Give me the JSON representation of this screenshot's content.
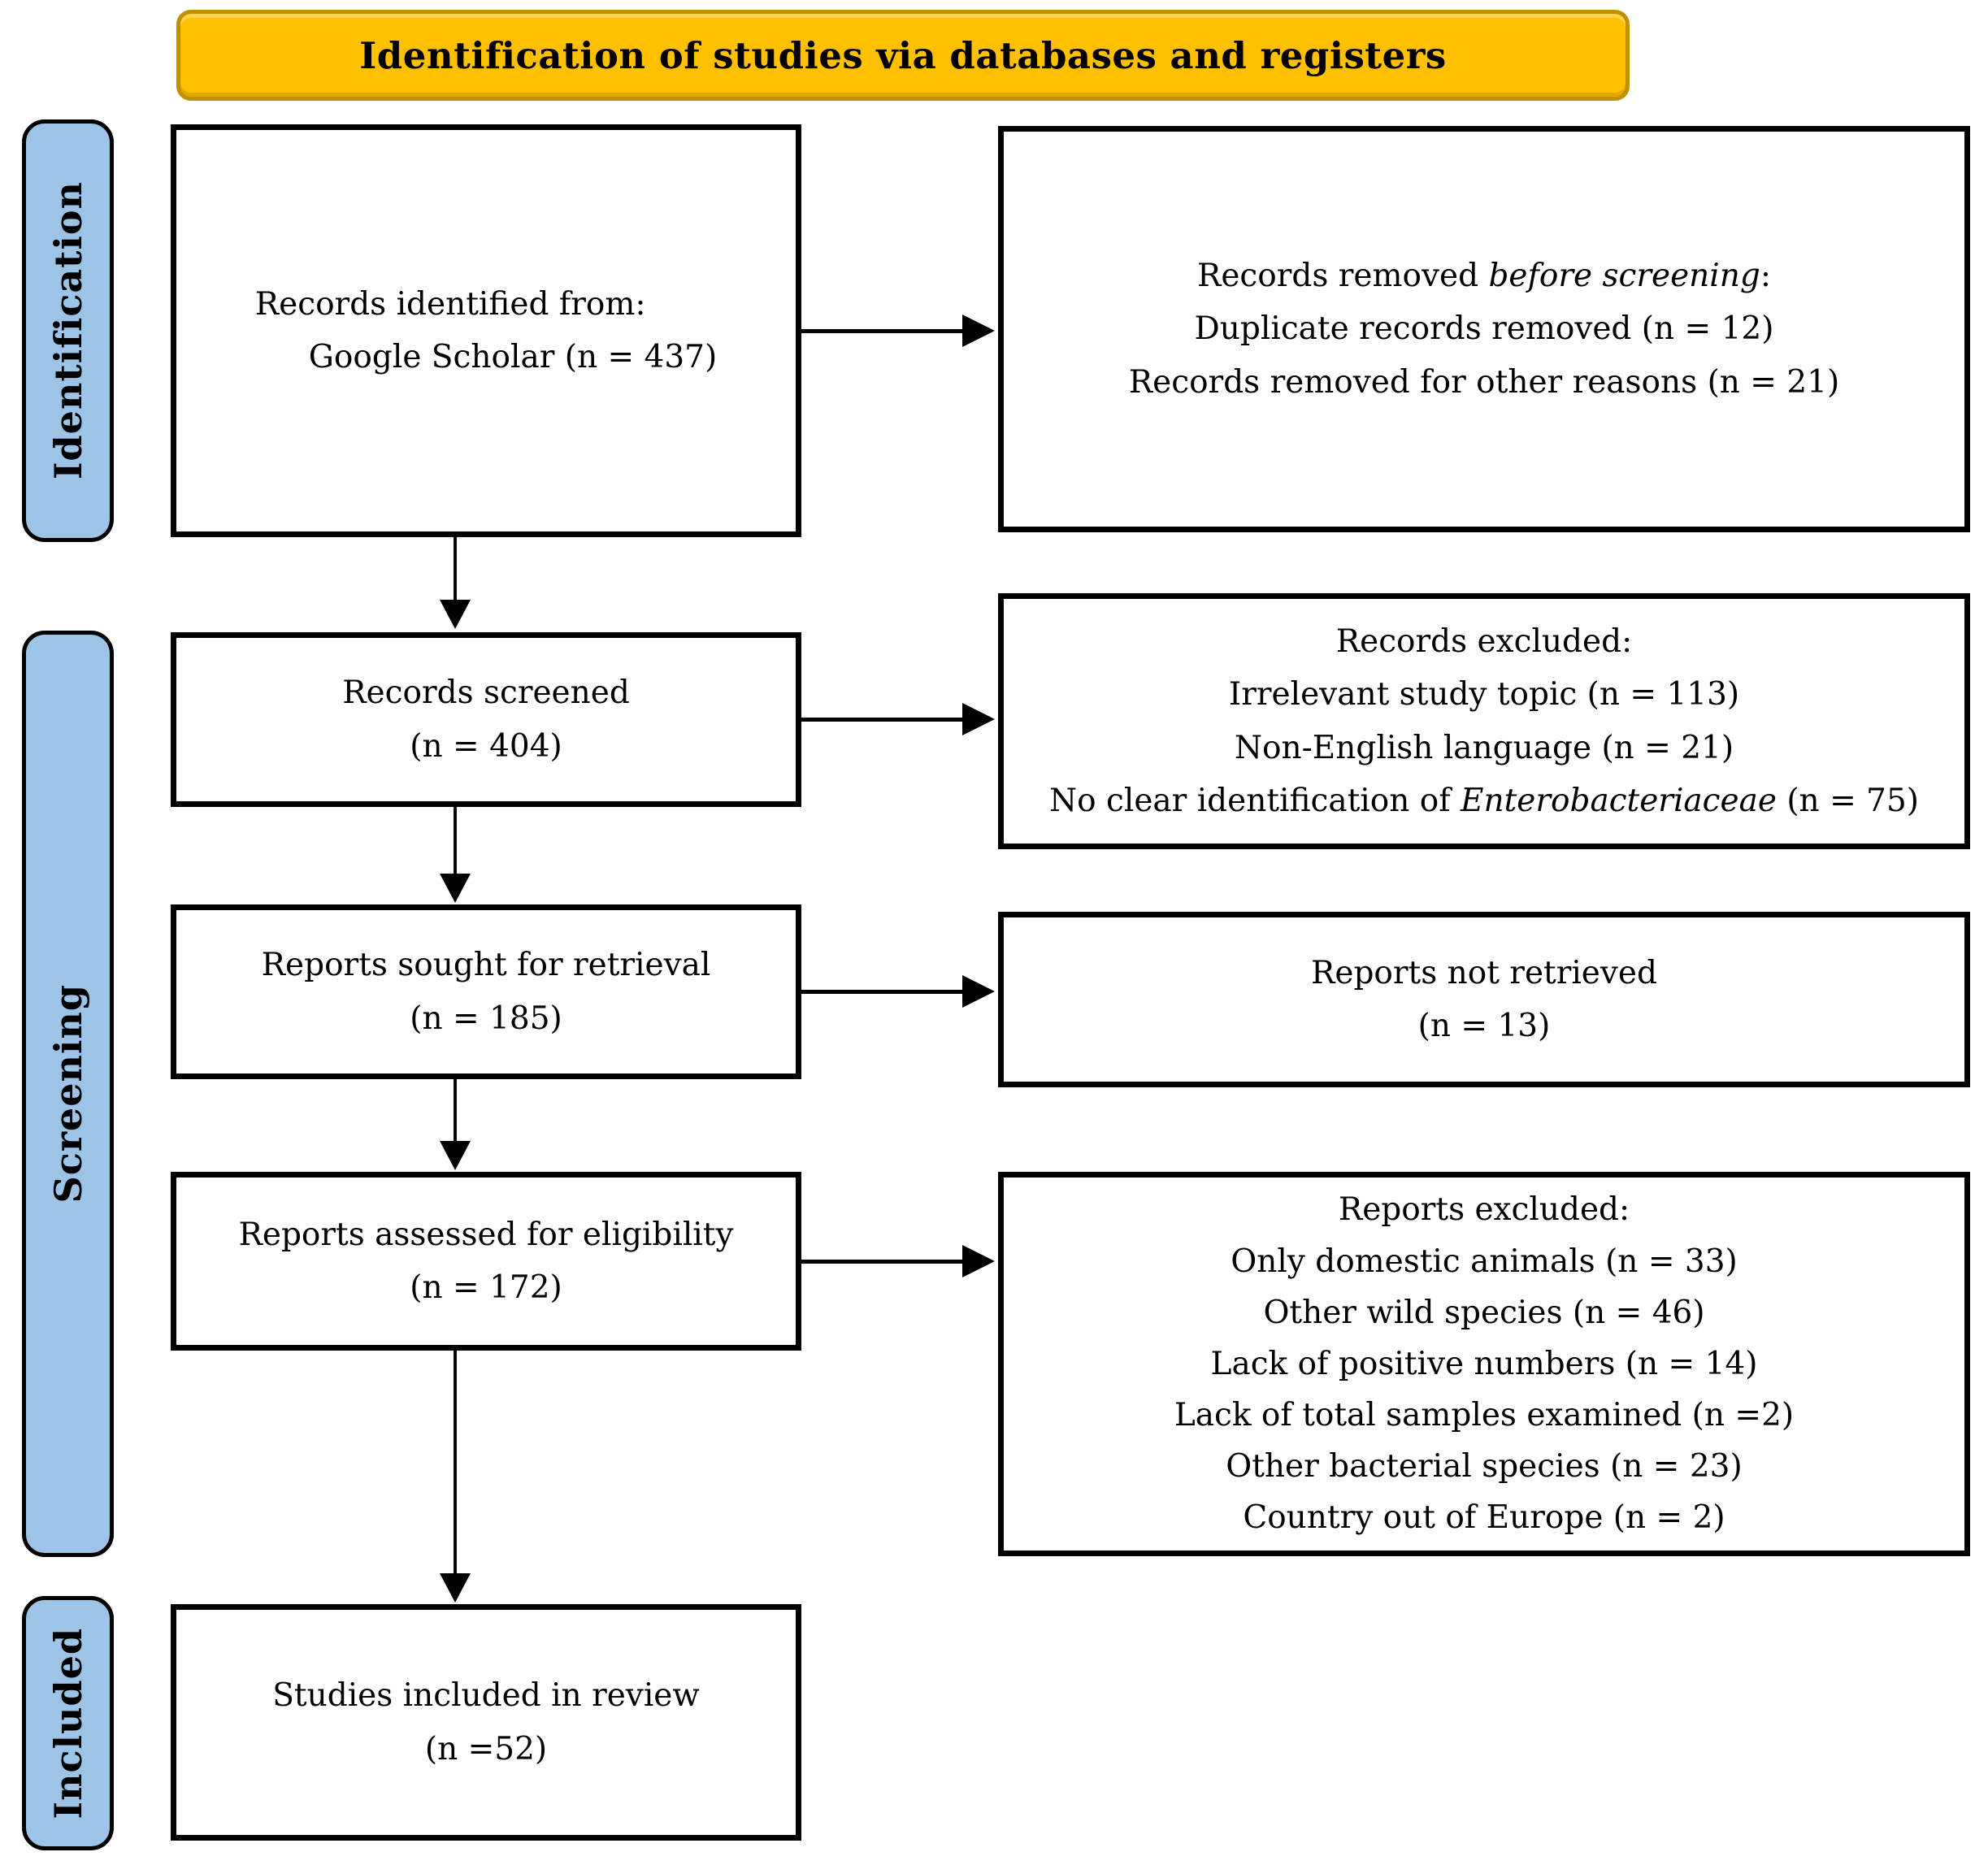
{
  "banner": {
    "label": "Identification of studies via databases and registers"
  },
  "colors": {
    "banner_bg": "#FFC000",
    "banner_border": "#BF9000",
    "sidebar_bg": "#9DC3E6",
    "box_border": "#000000",
    "box_bg": "#FFFFFF"
  },
  "sidebar": {
    "identification": "Identification",
    "screening": "Screening",
    "included": "Included"
  },
  "boxes": {
    "identified": {
      "line1": "Records identified from:",
      "line2": "Google Scholar (n = 437)"
    },
    "removed_before": {
      "l1a": "Records removed ",
      "l1b": "before screening",
      "l1c": ":",
      "line2": "Duplicate records removed  (n = 12)",
      "line3": "Records removed for other reasons (n = 21)"
    },
    "screened": {
      "line1": "Records screened",
      "line2": "(n = 404)"
    },
    "records_excluded": {
      "line1": "Records excluded:",
      "line2": "Irrelevant study topic (n = 113)",
      "line3": "Non-English language (n = 21)",
      "l4a": "No clear identification of ",
      "l4b": "Enterobacteriaceae",
      "l4c": " (n = 75)"
    },
    "sought": {
      "line1": "Reports sought for retrieval",
      "line2": "(n = 185)"
    },
    "not_retrieved": {
      "line1": "Reports not retrieved",
      "line2": "(n = 13)"
    },
    "assessed": {
      "line1": "Reports assessed for eligibility",
      "line2": "(n = 172)"
    },
    "reports_excluded": {
      "title": "Reports excluded:",
      "lines": [
        "Only domestic animals (n = 33)",
        "Other wild species (n = 46)",
        "Lack of positive numbers (n = 14)",
        "Lack of total samples examined (n =2)",
        "Other bacterial species (n = 23)",
        "Country out of Europe (n = 2)"
      ]
    },
    "included_review": {
      "line1": "Studies included in review",
      "line2": "(n =52)"
    }
  }
}
